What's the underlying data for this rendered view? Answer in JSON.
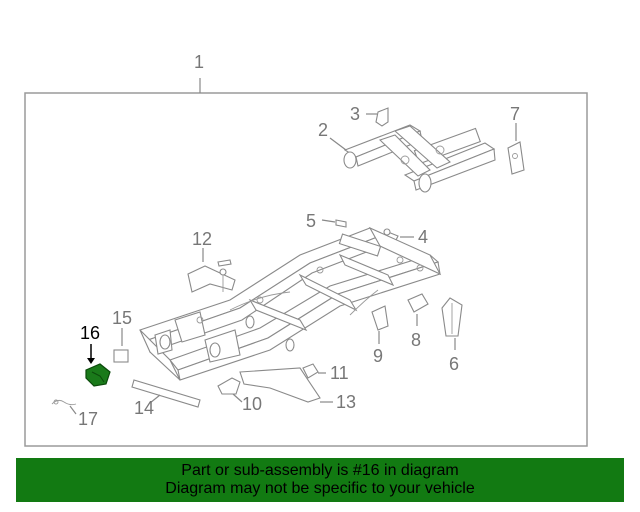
{
  "diagram": {
    "callouts": [
      {
        "id": "1",
        "label": "1"
      },
      {
        "id": "2",
        "label": "2"
      },
      {
        "id": "3",
        "label": "3"
      },
      {
        "id": "4",
        "label": "4"
      },
      {
        "id": "5",
        "label": "5"
      },
      {
        "id": "6",
        "label": "6"
      },
      {
        "id": "7",
        "label": "7"
      },
      {
        "id": "8",
        "label": "8"
      },
      {
        "id": "9",
        "label": "9"
      },
      {
        "id": "10",
        "label": "10"
      },
      {
        "id": "11",
        "label": "11"
      },
      {
        "id": "12",
        "label": "12"
      },
      {
        "id": "13",
        "label": "13"
      },
      {
        "id": "14",
        "label": "14"
      },
      {
        "id": "15",
        "label": "15"
      },
      {
        "id": "16",
        "label": "16"
      },
      {
        "id": "17",
        "label": "17"
      }
    ],
    "highlighted_part": "16",
    "highlight_color": "#1a7a1a"
  },
  "banner": {
    "line1": "Part or sub-assembly is #16 in diagram",
    "line2": "Diagram may not be specific to your vehicle",
    "background": "#127a12"
  }
}
